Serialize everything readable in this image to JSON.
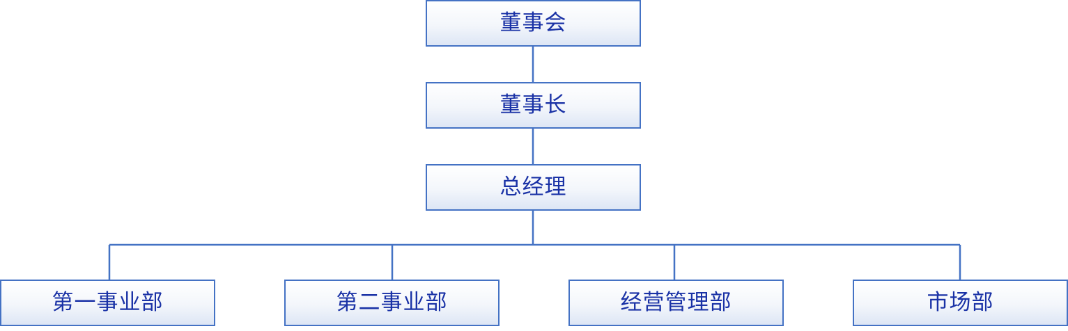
{
  "org_chart": {
    "top": [
      {
        "id": "board",
        "label": "董事会"
      },
      {
        "id": "chairman",
        "label": "董事长"
      },
      {
        "id": "gm",
        "label": "总经理"
      }
    ],
    "departments": [
      {
        "id": "div1",
        "label": "第一事业部"
      },
      {
        "id": "div2",
        "label": "第二事业部"
      },
      {
        "id": "mgmt",
        "label": "经营管理部"
      },
      {
        "id": "market",
        "label": "市场部"
      }
    ]
  },
  "colors": {
    "border": "#4472c4",
    "text": "#1a32a6",
    "connector": "#4472c4"
  }
}
